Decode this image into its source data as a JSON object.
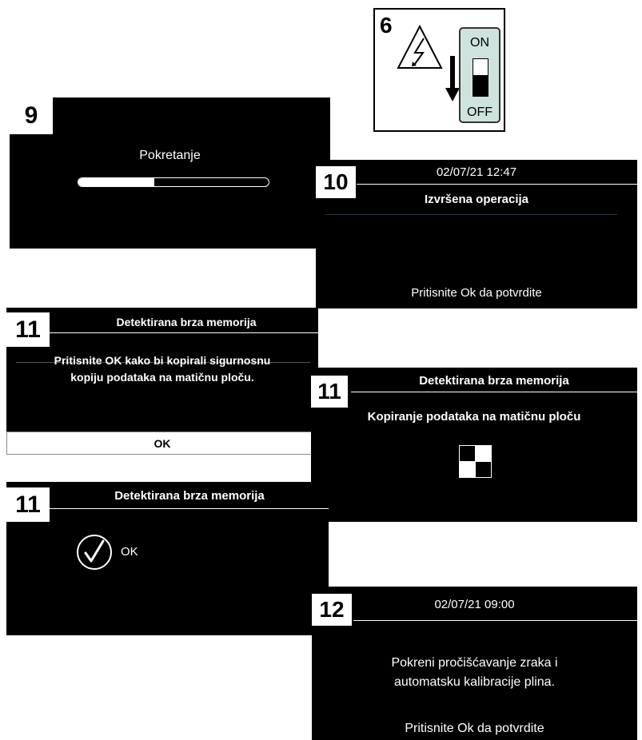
{
  "step6": {
    "number": "6",
    "on_label": "ON",
    "off_label": "OFF",
    "warning_icon": "high-voltage-warning-icon",
    "arrow_icon": "down-arrow-icon"
  },
  "step9": {
    "number": "9",
    "title": "Pokretanje",
    "progress": 0.4
  },
  "step10": {
    "number": "10",
    "datetime": "02/07/21  12:47",
    "title": "Izvršena operacija",
    "prompt": "Pritisnite Ok da potvrdite"
  },
  "step11a": {
    "number": "11",
    "header": "Detektirana brza memorija",
    "message_line1": "Pritisnite OK kako bi kopirali sigurnosnu",
    "message_line2": "kopiju podataka na matičnu ploču.",
    "ok_button": "OK"
  },
  "step11b": {
    "number": "11",
    "header": "Detektirana brza memorija",
    "message": "Kopiranje podataka na matičnu ploču",
    "busy_icon": "loading-squares-icon"
  },
  "step11c": {
    "number": "11",
    "header": "Detektirana brza memorija",
    "status": "OK",
    "status_icon": "check-circle-icon"
  },
  "step12": {
    "number": "12",
    "datetime": "02/07/21  09:00",
    "message_line1": "Pokreni pročišćavanje zraka i",
    "message_line2": "automatsku kalibracije plina.",
    "prompt": "Pritisnite Ok da potvrdite"
  },
  "colors": {
    "screen_bg": "#000000",
    "switch_bg": "#cfe3de",
    "text": "#ffffff"
  }
}
